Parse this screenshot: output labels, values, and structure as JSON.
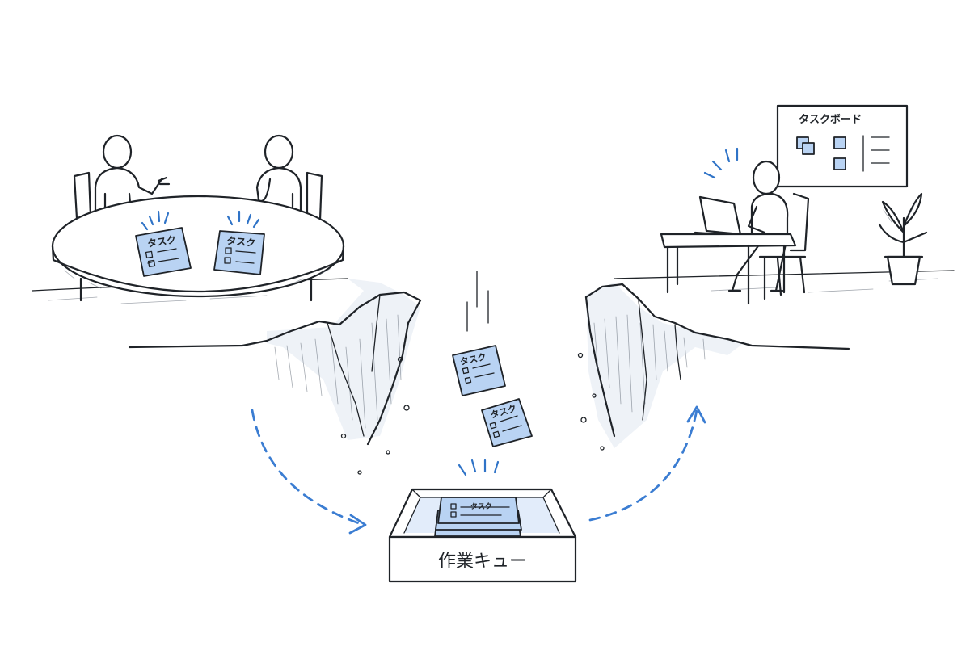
{
  "notes": {
    "meeting_left": "タスク",
    "meeting_right": "タスク",
    "falling_top": "タスク",
    "falling_bottom": "タスク",
    "queue_card": "タスク"
  },
  "queue_box": {
    "label": "作業キュー"
  },
  "task_board": {
    "title": "タスクボード"
  },
  "colors": {
    "accent": "#3b7dd2",
    "note_fill": "#b9d3f3",
    "ink": "#1f2328"
  },
  "icons": [
    "person-figure",
    "round-table",
    "laptop-icon",
    "potted-plant-icon",
    "checkbox-icon",
    "dashed-arrow-icon"
  ]
}
